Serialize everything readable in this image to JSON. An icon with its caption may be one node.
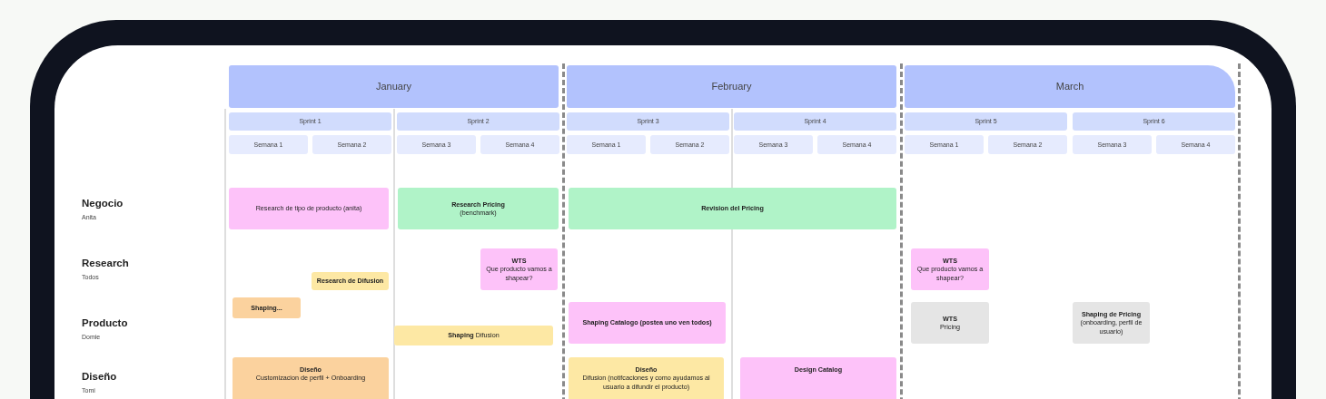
{
  "diagram": {
    "nodes": [
      {
        "text": [
          "January"
        ]
      },
      {
        "text": [
          "February"
        ]
      },
      {
        "text": [
          "March"
        ]
      },
      {
        "text": [
          "Sprint 1"
        ]
      },
      {
        "text": [
          "Sprint 2"
        ]
      },
      {
        "text": [
          "Sprint 3"
        ]
      },
      {
        "text": [
          "Sprint 4"
        ]
      },
      {
        "text": [
          "Sprint 5"
        ]
      },
      {
        "text": [
          "Sprint 6"
        ]
      },
      {
        "text": [
          "Semana 1"
        ]
      },
      {
        "text": [
          "Semana 2"
        ]
      },
      {
        "text": [
          "Semana 3"
        ]
      },
      {
        "text": [
          "Semana 4"
        ]
      },
      {
        "text": [
          "Semana 1"
        ]
      },
      {
        "text": [
          "Semana 2"
        ]
      },
      {
        "text": [
          "Semana 3"
        ]
      },
      {
        "text": [
          "Semana 4"
        ]
      },
      {
        "text": [
          "Semana 1"
        ]
      },
      {
        "text": [
          "Semana 2"
        ]
      },
      {
        "text": [
          "Semana 3"
        ]
      },
      {
        "text": [
          "Semana 4"
        ]
      },
      {
        "text": [
          "Research de tipo de producto (anita)"
        ]
      },
      {
        "text": [
          "Research Pricing",
          "(benchmark)"
        ]
      },
      {
        "text": [
          "Revision del Pricing"
        ]
      },
      {
        "text": [
          "WTS",
          "Que producto vamos a shapear?"
        ]
      },
      {
        "text": [
          "Research de Difusion"
        ]
      },
      {
        "text": [
          "WTS",
          "Que producto vamos a shapear?"
        ]
      },
      {
        "text": [
          "Shaping..."
        ]
      },
      {
        "text": [
          "Shaping Catalogo (postea uno ven todos)"
        ]
      },
      {
        "text": [
          "WTS",
          "Pricing"
        ]
      },
      {
        "text": [
          "Shaping de Pricing",
          "(onboarding, perfil de usuario)"
        ]
      },
      {
        "text": [
          "**Shaping** Difusion"
        ]
      },
      {
        "text": [
          "Diseño",
          "Customizacion de perfil + Onboarding"
        ]
      },
      {
        "text": [
          "Diseño",
          "Difusion (notifcaciones y como ayudamos al usuario a difundir el producto)"
        ]
      },
      {
        "text": [
          "Design Catalog"
        ]
      }
    ],
    "edges": [],
    "labels": [
      "Negocio",
      "Anita",
      "Research",
      "Todos",
      "Producto",
      "Domie",
      "Diseño",
      "Tomi"
    ]
  }
}
